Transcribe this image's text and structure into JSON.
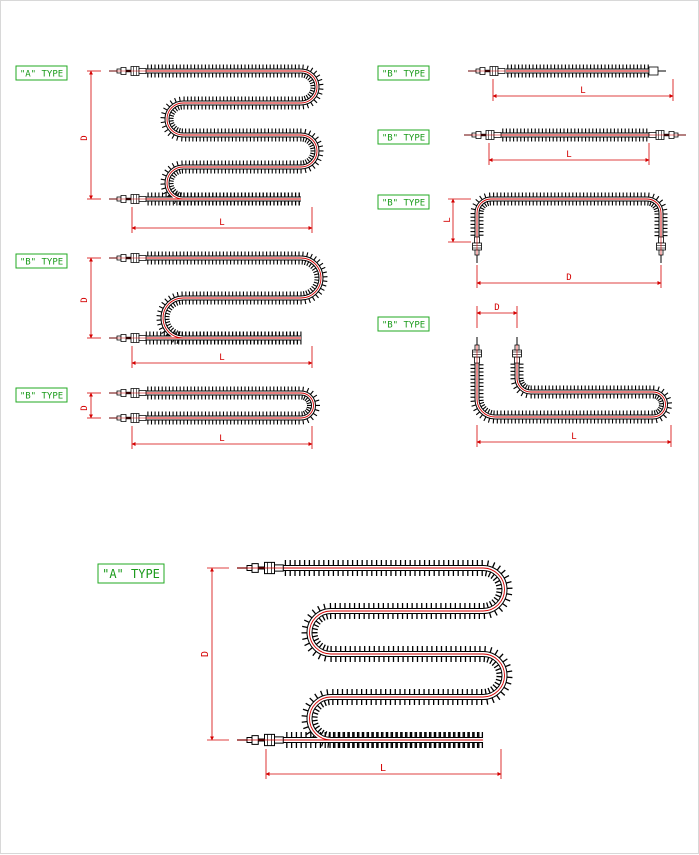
{
  "labels": {
    "a_type": "\"A\" TYPE",
    "b_type": "\"B\" TYPE"
  },
  "dims": {
    "length": "L",
    "depth": "D"
  },
  "colors": {
    "tube_outline": "#000000",
    "tube_core": "#d40000",
    "fin": "#000000",
    "dimension": "#d40000",
    "label": "#22aa22"
  }
}
